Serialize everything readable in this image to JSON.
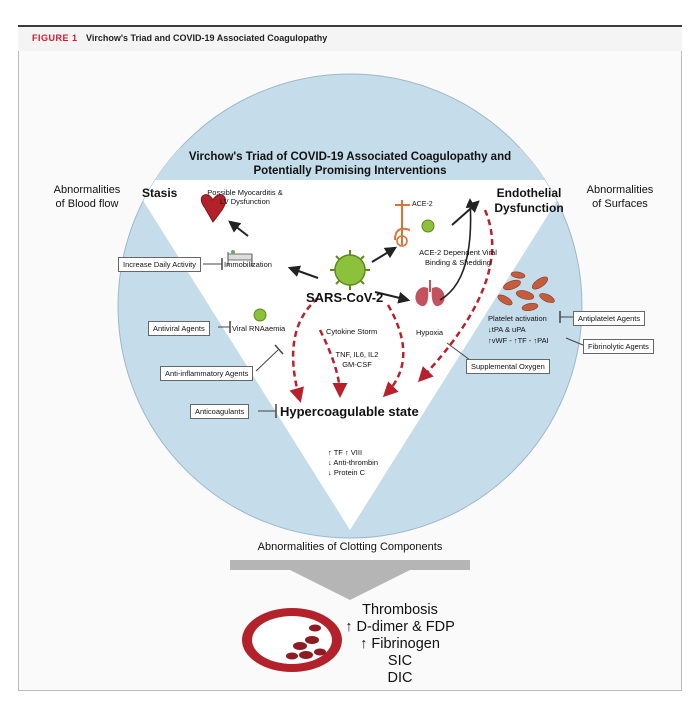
{
  "caption": {
    "figure_label": "FIGURE 1",
    "title": "Virchow's Triad and COVID-19 Associated Coagulopathy"
  },
  "diagram": {
    "heading_line1": "Virchow's Triad of COVID-19 Associated Coagulopathy and",
    "heading_line2": "Potentially Promising Interventions",
    "outer_left_line1": "Abnormalities",
    "outer_left_line2": "of Blood flow",
    "outer_right_line1": "Abnormalities",
    "outer_right_line2": "of Surfaces",
    "stasis": "Stasis",
    "endothelial_line1": "Endothelial",
    "endothelial_line2": "Dysfunction",
    "myocarditis_line1": "Possible Myocarditis &",
    "myocarditis_line2": "LV Dysfunction",
    "increase_activity": "Increase Daily Activity",
    "immobilization": "Immobilization",
    "ace2": "ACE-2",
    "ace2_binding_line1": "ACE-2 Dependent Viral",
    "ace2_binding_line2": "Binding & Shedding",
    "sars_cov2": "SARS-CoV-2",
    "antiviral_agents": "Antiviral Agents",
    "viral_rnaaemia": "Viral RNAaemia",
    "cytokine_storm": "Cytokine Storm",
    "cytokines_line1": "TNF, IL6, IL2",
    "cytokines_line2": "GM-CSF",
    "anti_inflammatory": "Anti-inflammatory Agents",
    "hypoxia": "Hypoxia",
    "supplemental_oxygen": "Supplemental Oxygen",
    "platelet_activation": "Platelet activation",
    "tpa_upa": "↓tPA & uPA",
    "vwf_tf_pai": "↑vWF - ↑TF - ↑PAI",
    "antiplatelet_agents": "Antiplatelet Agents",
    "fibrinolytic_agents": "Fibrinolytic Agents",
    "anticoagulants": "Anticoagulants",
    "hypercoagulable": "Hypercoagulable state",
    "markers_line1": "↑ TF   ↑ VIII",
    "markers_line2": "↓ Anti-thrombin",
    "markers_line3": "↓ Protein C",
    "clotting_components": "Abnormalities of Clotting Components",
    "outcomes": [
      "Thrombosis",
      "↑ D-dimer & FDP",
      "↑ Fibrinogen",
      "SIC",
      "DIC"
    ]
  },
  "colors": {
    "figure_label": "#d2192a",
    "circle_fill": "#c5dcea",
    "triangle_fill": "#ffffff",
    "dashed_arrows": "#b8202b",
    "virus": "#7bb02a",
    "vessel": "#b3222b",
    "funnel_arrow": "#b5b5b5"
  }
}
